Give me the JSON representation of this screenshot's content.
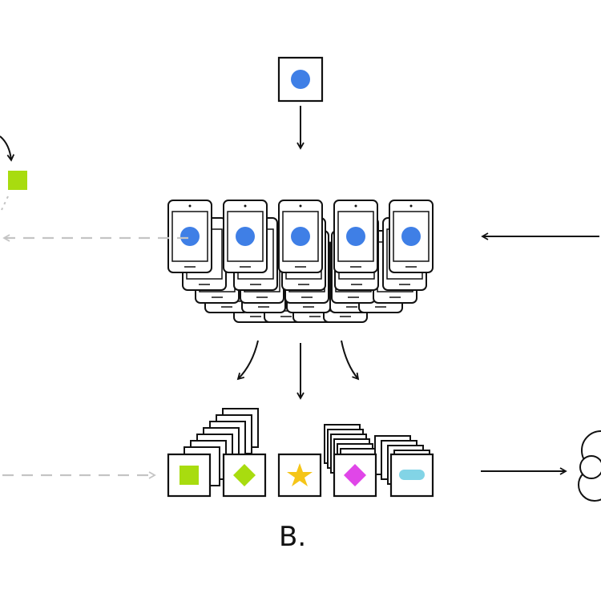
{
  "caption": "B.",
  "colors": {
    "ink": "#111111",
    "device_dot": "#3f7fe6",
    "dashed": "#c4c4c4",
    "green": "#a8dc0f",
    "yellow": "#f5c518",
    "magenta": "#e046e8",
    "cyan": "#82d4e6"
  },
  "icons": {
    "input": "blue-circle-card",
    "devices": "phone-grid",
    "outputs": [
      "green-square-card",
      "green-diamond-card",
      "yellow-star-card",
      "magenta-diamond-card",
      "cyan-pill-card"
    ],
    "right": "cloud-icon"
  }
}
